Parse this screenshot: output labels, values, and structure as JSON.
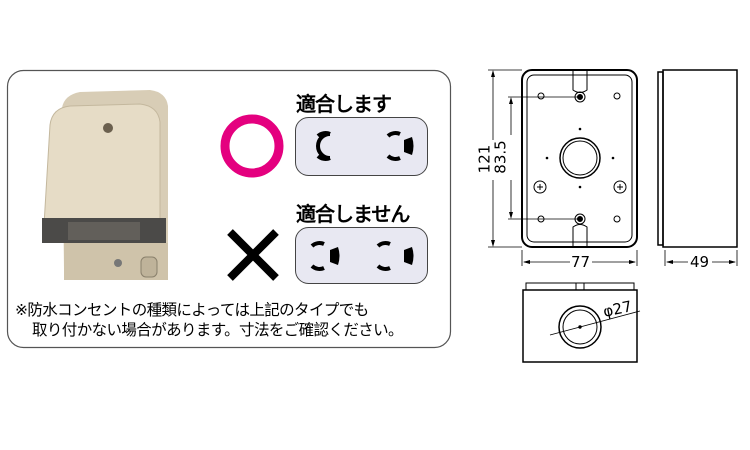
{
  "compat": {
    "ok_label": "適合します",
    "ng_label": "適合しません",
    "ok_mark_color": "#e4007f",
    "ng_mark_color": "#000000",
    "socket_fill": "#e8e8f2"
  },
  "note": {
    "line1": "※防水コンセントの種類によっては上記のタイプでも",
    "line2": "取り付かない場合があります。寸法をご確認ください。"
  },
  "dimensions": {
    "height": "121",
    "screw_pitch": "83.5",
    "width": "77",
    "depth": "49",
    "hole_diameter": "φ27"
  }
}
